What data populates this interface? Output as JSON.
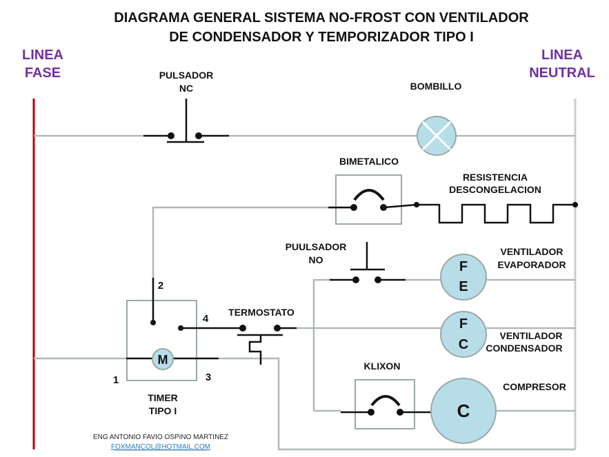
{
  "title_line1": "DIAGRAMA GENERAL SISTEMA NO-FROST CON VENTILADOR",
  "title_line2": "DE CONDENSADOR  Y  TEMPORIZADOR TIPO I",
  "left_line": [
    "LINEA",
    "FASE"
  ],
  "right_line": [
    "LINEA",
    "NEUTRAL"
  ],
  "components": {
    "pulsador_nc": [
      "PULSADOR",
      "NC"
    ],
    "bombillo": "BOMBILLO",
    "bimetalico": "BIMETALICO",
    "resistencia": [
      "RESISTENCIA",
      "DESCONGELACION"
    ],
    "pulsador_no": [
      "PUULSADOR",
      "NO"
    ],
    "ventilador_evaporador": [
      "VENTILADOR",
      "EVAPORADOR"
    ],
    "ventilador_condensador": [
      "VENTILADOR",
      "CONDENSADOR"
    ],
    "termostato": "TERMOSTATO",
    "klixon": "KLIXON",
    "compresor": "COMPRESOR",
    "timer": [
      "TIMER",
      "TIPO I"
    ]
  },
  "symbols": {
    "fan_evap": [
      "F",
      "E"
    ],
    "fan_cond": [
      "F",
      "C"
    ],
    "compressor": "C",
    "motor": "M"
  },
  "terminals": {
    "t1": "1",
    "t2": "2",
    "t3": "3",
    "t4": "4"
  },
  "credit": "ENG ANTONIO  FAVIO  OSPINO MARTINEZ",
  "email": "FOXMANCOL@HOTMAIL.COM",
  "colors": {
    "fase": "#c00000",
    "neutral": "#c8cccc",
    "wire": "#b0b8b8",
    "accent_text": "#7030a0",
    "symbol_fill": "#b7dde8"
  }
}
